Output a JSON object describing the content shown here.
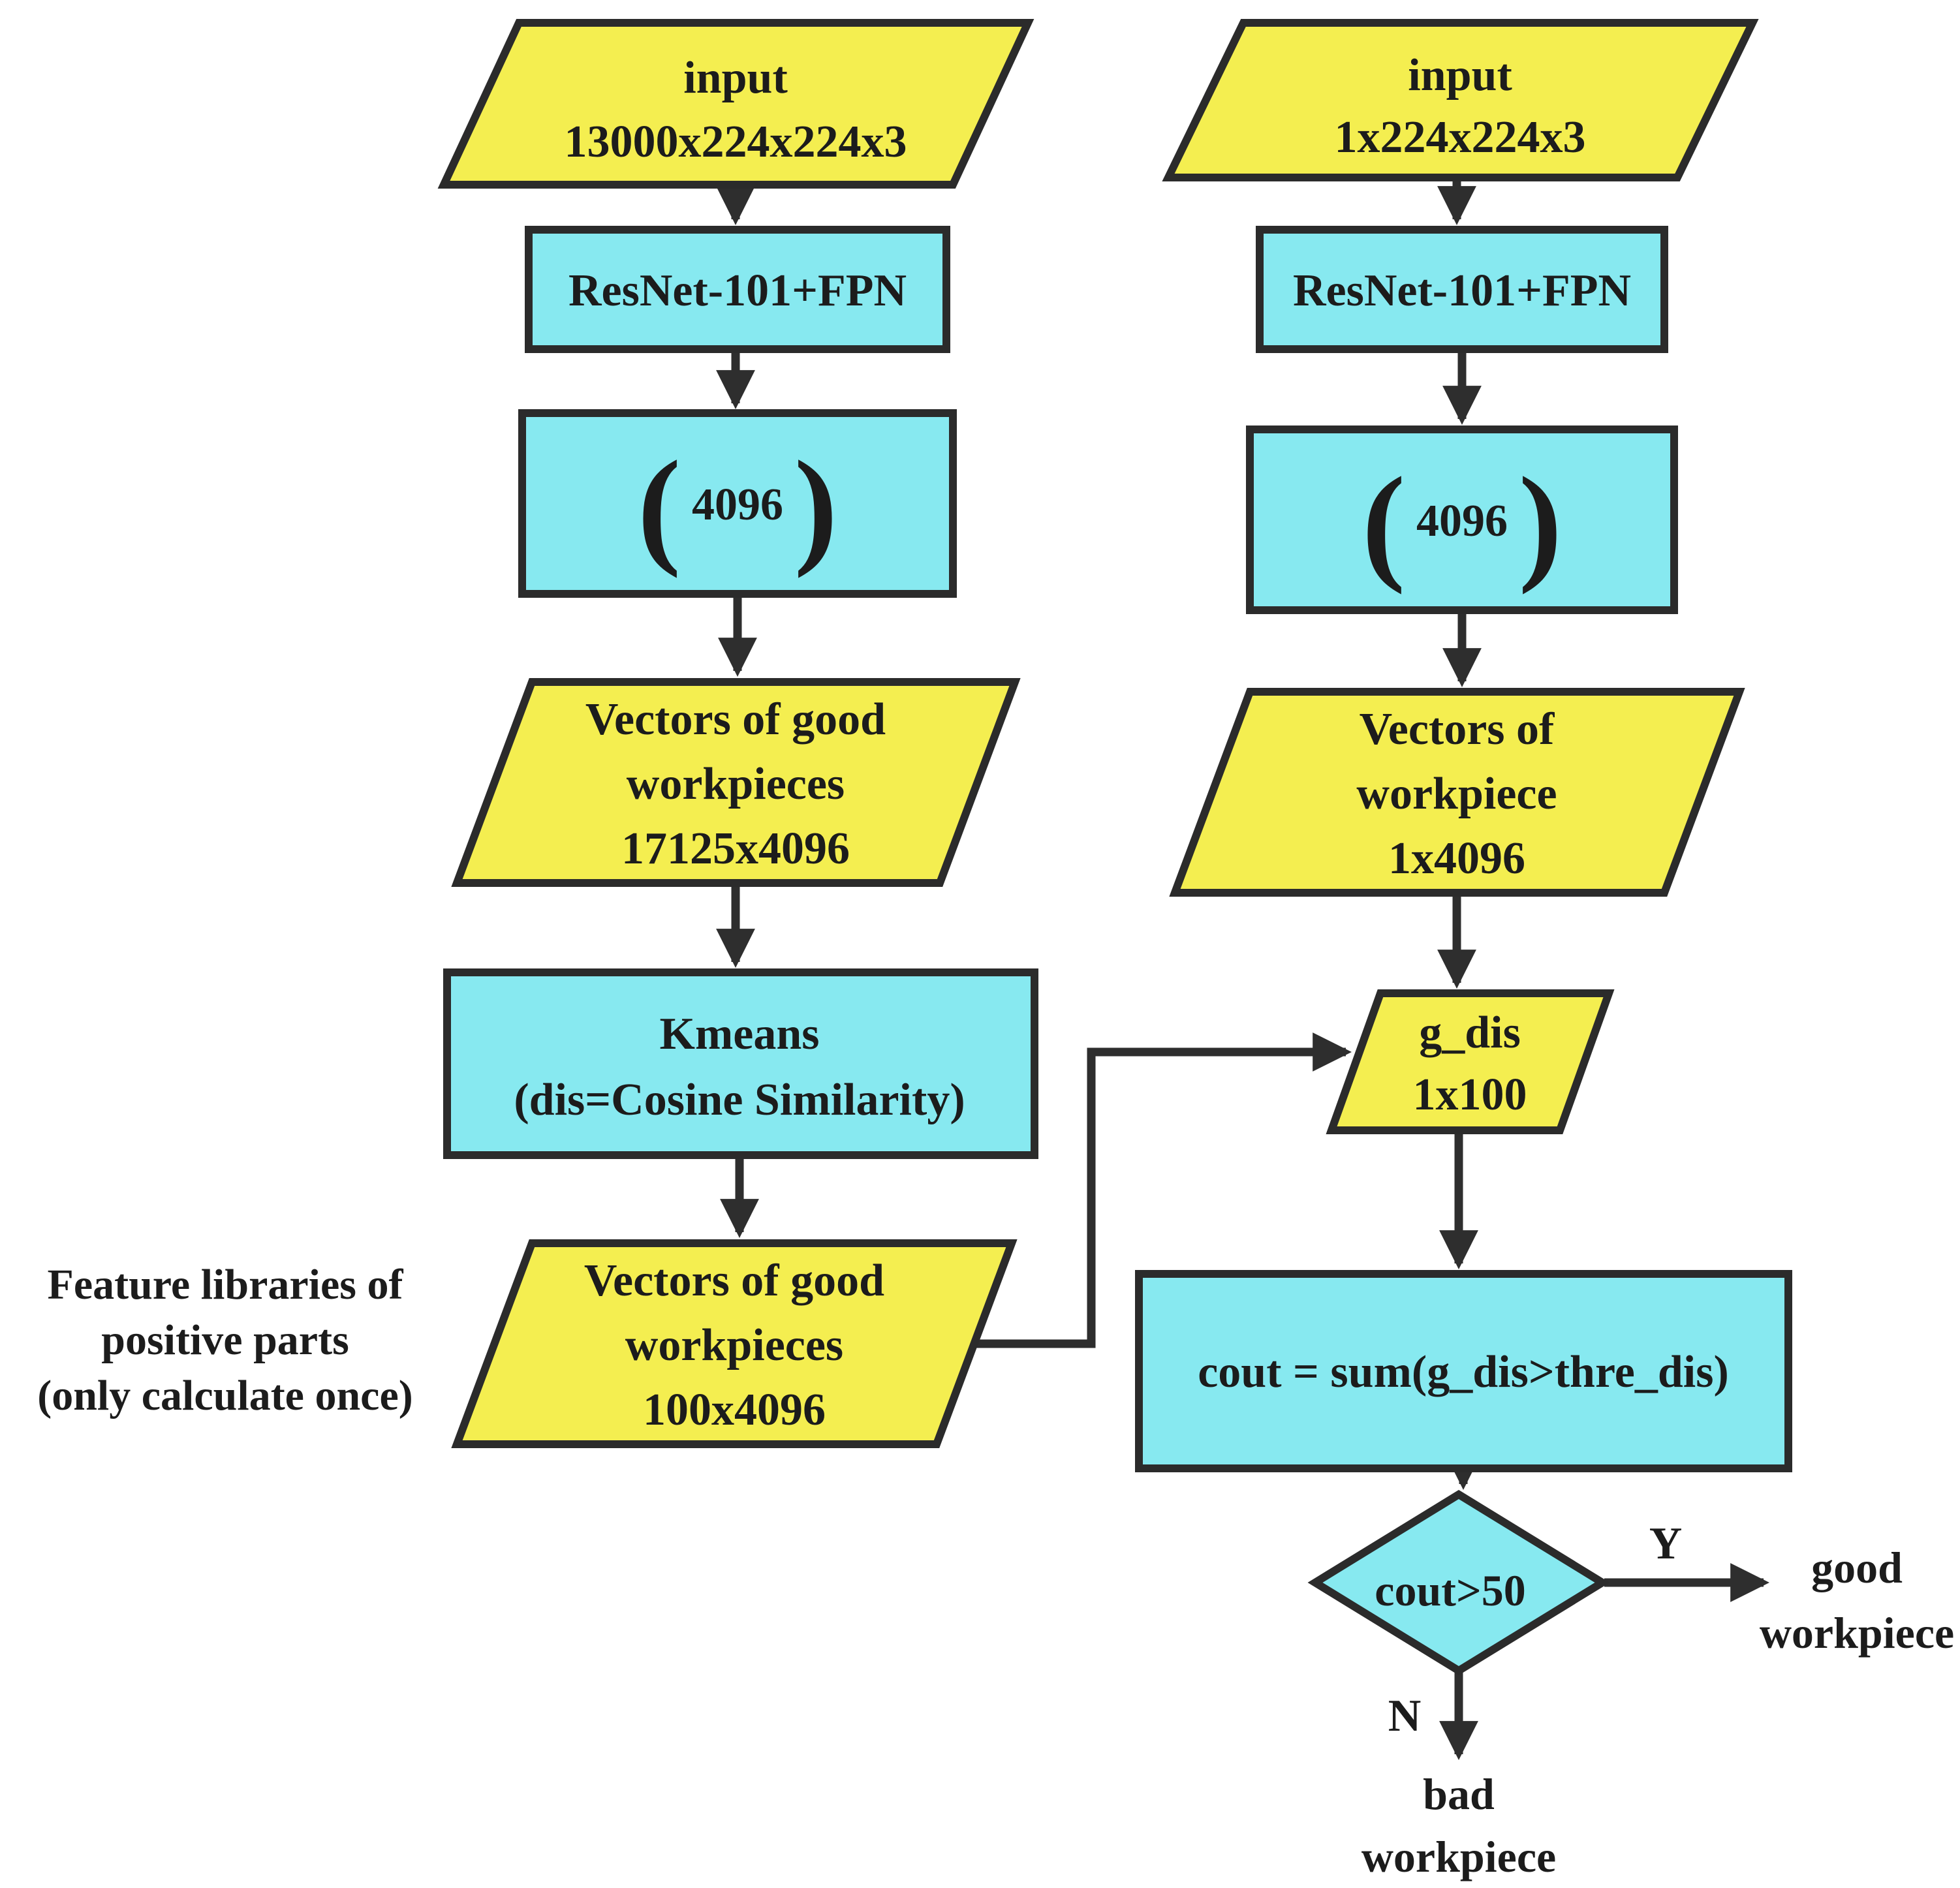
{
  "colors": {
    "node_yellow": "#F4EE50",
    "node_cyan": "#87E9F0",
    "border": "#2b2b2b",
    "arrow": "#2e2e2e",
    "text": "#1c1c1c"
  },
  "left_column": {
    "input": {
      "line1": "input",
      "line2": "13000x224x224x3"
    },
    "backbone": {
      "label": "ResNet-101+FPN"
    },
    "feature_vector": {
      "bracket_left": "(",
      "value": "4096",
      "bracket_right": ")"
    },
    "vectors_good_17125": {
      "line1": "Vectors of good",
      "line2": "workpieces",
      "line3": "17125x4096"
    },
    "kmeans": {
      "line1": "Kmeans",
      "line2": "(dis=Cosine Similarity)"
    },
    "vectors_good_100": {
      "line1": "Vectors of good",
      "line2": "workpieces",
      "line3": "100x4096"
    },
    "side_note": {
      "line1": "Feature libraries of",
      "line2": "positive parts",
      "line3": "(only calculate once)"
    }
  },
  "right_column": {
    "input": {
      "line1": "input",
      "line2": "1x224x224x3"
    },
    "backbone": {
      "label": "ResNet-101+FPN"
    },
    "feature_vector": {
      "bracket_left": "(",
      "value": "4096",
      "bracket_right": ")"
    },
    "vectors_workpiece": {
      "line1": "Vectors of",
      "line2": "workpiece",
      "line3": "1x4096"
    },
    "g_dis": {
      "line1": "g_dis",
      "line2": "1x100"
    },
    "cout": {
      "label": "cout = sum(g_dis>thre_dis)"
    },
    "decision": {
      "label": "cout>50"
    },
    "branch_yes": "Y",
    "branch_no": "N",
    "good_outcome": {
      "line1": "good",
      "line2": "workpiece"
    },
    "bad_outcome": {
      "line1": "bad",
      "line2": "workpiece"
    }
  }
}
